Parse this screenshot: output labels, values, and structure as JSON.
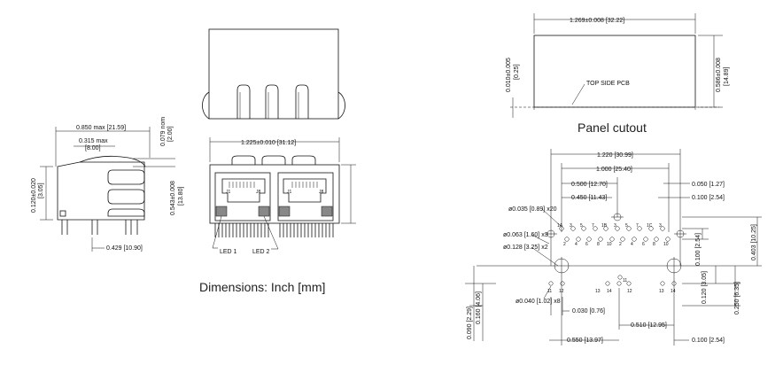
{
  "captions": {
    "dimensions": "Dimensions: Inch [mm]",
    "panel_cutout": "Panel cutout"
  },
  "side_view": {
    "width": "0.850 max [21.59]",
    "depth": "0.315 max",
    "depth_mm": "[8.00]",
    "nom": "0.079 nom",
    "nom_mm": "[2.00]",
    "height": "0.120±0.020",
    "height_mm": "[3.05]",
    "pin_offset": "0.429 [10.90]"
  },
  "front_view": {
    "width": "1.225±0.010 [31.12]",
    "height": "0.543±0.008",
    "height_mm": "[13.80]",
    "port_labels": [
      "J1",
      "J8",
      "J1",
      "J8"
    ],
    "led1": "LED 1",
    "led2": "LED 2"
  },
  "panel": {
    "width": "1.269±0.008 [32.22]",
    "height": "0.586±0.008",
    "height_mm": "[14.89]",
    "pcb_gap": "0.010±0.005",
    "pcb_gap_mm": "[0.25]",
    "pcb_label": "TOP SIDE PCB"
  },
  "footprint": {
    "d1220": "1.220 [30.99]",
    "d1000": "1.000 [25.40]",
    "d0500": "0.500 [12.70]",
    "d0450": "0.450 [11.43]",
    "d0050": "0.050 [1.27]",
    "d0100a": "0.100 [2.54]",
    "hole035": "ø0.035 [0.89] x20",
    "hole063": "ø0.063 [1.60] x3",
    "hole128": "ø0.128 [3.25] x2",
    "hole040": "ø0.040 [1.02] x8",
    "d0030": "0.030 [0.76]",
    "d0510": "0.510 [12.95]",
    "d0550": "0.550 [13.97]",
    "d0100b": "0.100 [2.54]",
    "d0090": "0.090 [2.29]",
    "d0160": "0.160 [4.06]",
    "d0403": "0.403 [10.25]",
    "d0100v": "0.100 [2.54]",
    "d0120": "0.120 [3.05]",
    "d0250": "0.250 [6.35]",
    "pins_top": [
      "1A",
      "3",
      "5",
      "7",
      "1B",
      "3",
      "5",
      "7",
      "1C",
      "3"
    ],
    "pins_bot": [
      "2",
      "4",
      "6",
      "8",
      "10",
      "2",
      "4",
      "6",
      "8",
      "10"
    ],
    "led_pins_left": [
      "11",
      "12",
      "13",
      "14"
    ],
    "led_pins_right": [
      "11",
      "12",
      "13",
      "14"
    ]
  }
}
